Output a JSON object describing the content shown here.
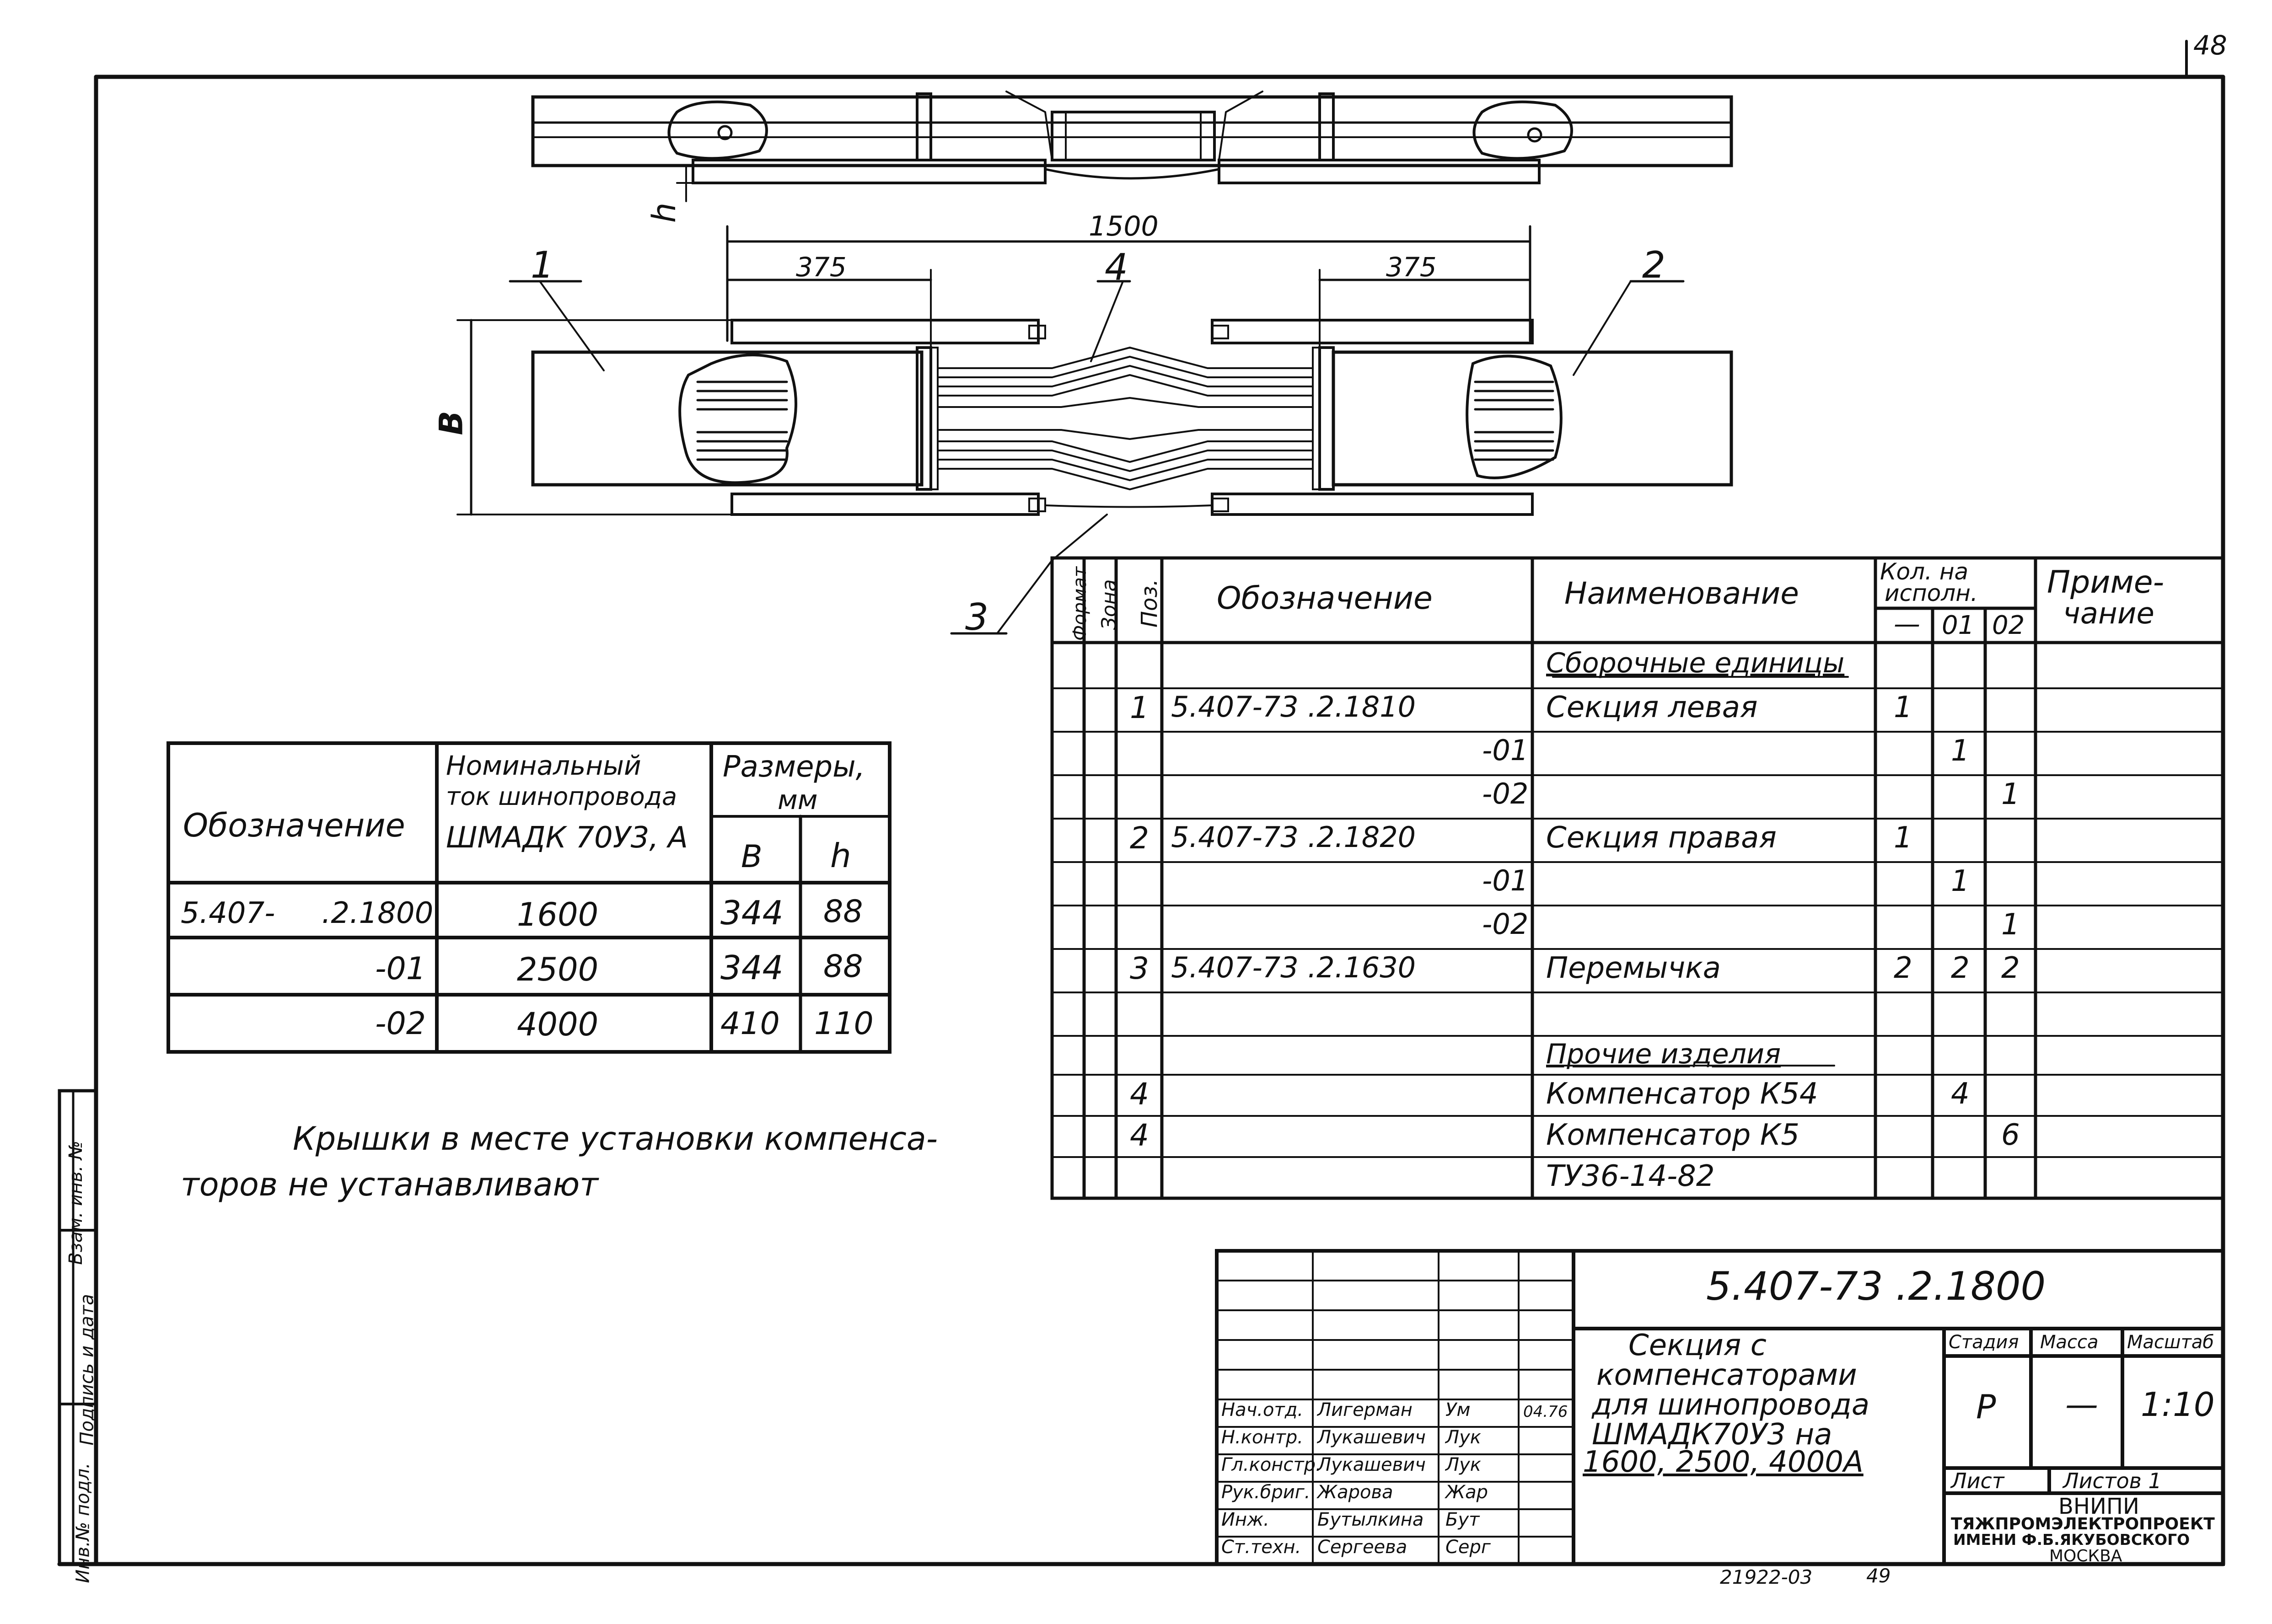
{
  "sheet_corner_number": "48",
  "drawing": {
    "dim_total": "1500",
    "dim_left": "375",
    "dim_right": "375",
    "dim_h": "h",
    "dim_b": "B",
    "callout_1": "1",
    "callout_2": "2",
    "callout_3": "3",
    "callout_4": "4"
  },
  "size_table": {
    "header_designation": "Обозначение",
    "header_current_l1": "Номинальный",
    "header_current_l2": "ток шинопровода",
    "header_current_l3": "ШМАДК 70У3, А",
    "header_sizes_l1": "Размеры,",
    "header_sizes_l2": "мм",
    "header_b": "В",
    "header_h": "h",
    "rows": [
      {
        "designation": "5.407-     .2.1800",
        "current": "1600",
        "b": "344",
        "h": "88"
      },
      {
        "designation": "-01",
        "current": "2500",
        "b": "344",
        "h": "88"
      },
      {
        "designation": "-02",
        "current": "4000",
        "b": "410",
        "h": "110"
      }
    ]
  },
  "note": {
    "line1": "Крышки в месте установки компенса-",
    "line2": "торов не устанавливают"
  },
  "spec": {
    "h_format": "Формат",
    "h_zone": "Зона",
    "h_pos": "Поз.",
    "h_designation": "Обозначение",
    "h_name": "Наименование",
    "h_qty_l1": "Кол. на",
    "h_qty_l2": "исполн.",
    "h_qty_0": "—",
    "h_qty_1": "01",
    "h_qty_2": "02",
    "h_note_l1": "Приме-",
    "h_note_l2": "чание",
    "rows": [
      {
        "pos": "",
        "designation": "",
        "name": "Сборочные единицы",
        "q0": "",
        "q1": "",
        "q2": ""
      },
      {
        "pos": "1",
        "designation": "5.407-73 .2.1810",
        "name": "Секция  левая",
        "q0": "1",
        "q1": "",
        "q2": ""
      },
      {
        "pos": "",
        "designation": "-01",
        "name": "",
        "q0": "",
        "q1": "1",
        "q2": ""
      },
      {
        "pos": "",
        "designation": "-02",
        "name": "",
        "q0": "",
        "q1": "",
        "q2": "1"
      },
      {
        "pos": "2",
        "designation": "5.407-73 .2.1820",
        "name": "Секция правая",
        "q0": "1",
        "q1": "",
        "q2": ""
      },
      {
        "pos": "",
        "designation": "-01",
        "name": "",
        "q0": "",
        "q1": "1",
        "q2": ""
      },
      {
        "pos": "",
        "designation": "-02",
        "name": "",
        "q0": "",
        "q1": "",
        "q2": "1"
      },
      {
        "pos": "3",
        "designation": "5.407-73 .2.1630",
        "name": "Перемычка",
        "q0": "2",
        "q1": "2",
        "q2": "2"
      },
      {
        "pos": "",
        "designation": "",
        "name": "",
        "q0": "",
        "q1": "",
        "q2": ""
      },
      {
        "pos": "",
        "designation": "",
        "name": "Прочие изделия",
        "q0": "",
        "q1": "",
        "q2": ""
      },
      {
        "pos": "4",
        "designation": "",
        "name": "Компенсатор К54",
        "q0": "",
        "q1": "4",
        "q2": ""
      },
      {
        "pos": "4",
        "designation": "",
        "name": "Компенсатор К5",
        "q0": "",
        "q1": "",
        "q2": "6"
      },
      {
        "pos": "",
        "designation": "",
        "name": "ТУ36-14-82",
        "q0": "",
        "q1": "",
        "q2": ""
      }
    ]
  },
  "title_block": {
    "doc_number": "5.407-73 .2.1800",
    "title_l1": "Секция с",
    "title_l2": "компенсаторами",
    "title_l3": "для шинопровода",
    "title_l4": "ШМАДК70У3  на",
    "title_l5": "1600, 2500, 4000А",
    "h_stage": "Стадия",
    "h_mass": "Масса",
    "h_scale": "Масштаб",
    "stage": "Р",
    "mass": "—",
    "scale": "1:10",
    "sheet_label": "Лист",
    "sheets_label": "Листов 1",
    "org_l1": "ВНИПИ",
    "org_l2": "ТЯЖПРОМЭЛЕКТРОПРОЕКТ",
    "org_l3": "ИМЕНИ Ф.Б.ЯКУБОВСКОГО",
    "org_l4": "МОСКВА",
    "signatures": [
      {
        "role": "Нач.отд.",
        "name": "Лигерман",
        "sign": "Ум"
      },
      {
        "role": "Н.контр.",
        "name": "Лукашевич",
        "sign": "Лук"
      },
      {
        "role": "Гл.констр.",
        "name": "Лукашевич",
        "sign": "Лук"
      },
      {
        "role": "Рук.бриг.",
        "name": "Жарова",
        "sign": "Жар"
      },
      {
        "role": "Инж.",
        "name": "Бутылкина",
        "sign": "Бут"
      },
      {
        "role": "Ст.техн.",
        "name": "Сергеева",
        "sign": "Серг"
      }
    ],
    "date_mark": "04.76"
  },
  "side_stamp": {
    "f1": "Инв.№ подл.",
    "f2": "Подпись и дата",
    "f3": "Взам. инв. №"
  },
  "footer_code": "21922-03",
  "footer_page": "49"
}
